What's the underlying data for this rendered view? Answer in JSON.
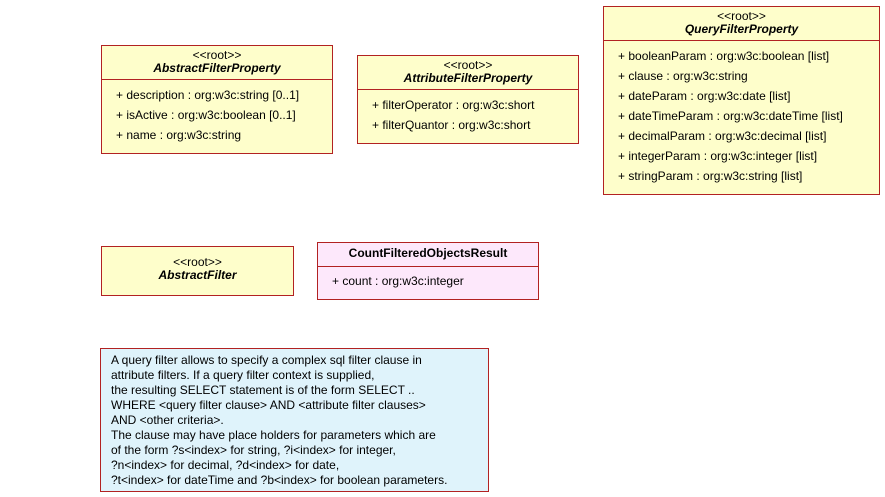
{
  "classes": {
    "abstract_filter_property": {
      "stereotype": "<<root>>",
      "name": "AbstractFilterProperty",
      "attributes": [
        "+ description : org:w3c:string [0..1]",
        "+ isActive : org:w3c:boolean [0..1]",
        "+ name : org:w3c:string"
      ]
    },
    "attribute_filter_property": {
      "stereotype": "<<root>>",
      "name": "AttributeFilterProperty",
      "attributes": [
        "+ filterOperator : org:w3c:short",
        "+ filterQuantor : org:w3c:short"
      ]
    },
    "query_filter_property": {
      "stereotype": "<<root>>",
      "name": "QueryFilterProperty",
      "attributes": [
        "+ booleanParam : org:w3c:boolean [list]",
        "+ clause : org:w3c:string",
        "+ dateParam : org:w3c:date [list]",
        "+ dateTimeParam : org:w3c:dateTime [list]",
        "+ decimalParam : org:w3c:decimal [list]",
        "+ integerParam : org:w3c:integer [list]",
        "+ stringParam : org:w3c:string [list]"
      ]
    },
    "abstract_filter": {
      "stereotype": "<<root>>",
      "name": "AbstractFilter"
    },
    "count_filtered_objects_result": {
      "name": "CountFilteredObjectsResult",
      "attributes": [
        "+ count : org:w3c:integer"
      ]
    }
  },
  "note": {
    "lines": [
      "A query filter allows to specify a complex sql filter clause in",
      "attribute filters. If a query filter context is supplied,",
      "the resulting SELECT statement is of the form SELECT ..",
      "WHERE <query filter clause> AND <attribute filter clauses>",
      "AND <other criteria>.",
      "The clause may have place holders for parameters which are",
      "of the form ?s<index> for string, ?i<index> for integer,",
      "?n<index> for decimal, ?d<index> for date,",
      "?t<index> for dateTime and ?b<index> for boolean parameters."
    ]
  },
  "colors": {
    "border": "#b22222",
    "class_fill": "#fefecb",
    "result_fill": "#fde8fb",
    "note_fill": "#dff3fb"
  }
}
